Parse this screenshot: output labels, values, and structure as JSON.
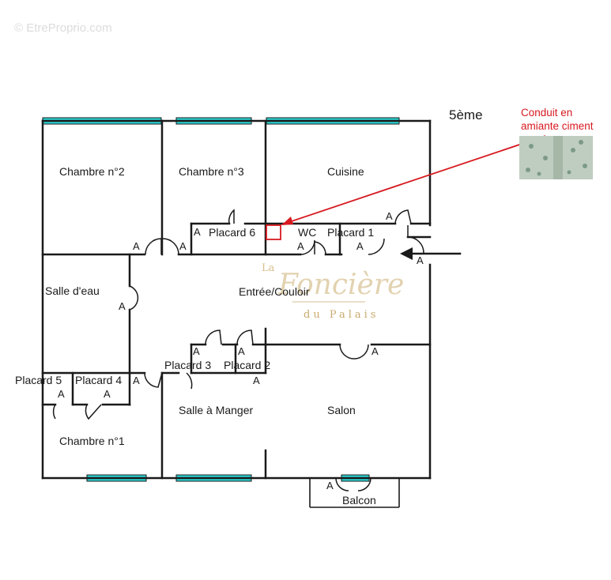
{
  "watermark": {
    "text": "© EtreProprio.com"
  },
  "floor_label": "5ème",
  "note": {
    "line1": "Conduit en",
    "line2": "amiante ciment",
    "color": "#d71920"
  },
  "logo": {
    "la": "La",
    "name": "Foncière",
    "sub": "du Palais"
  },
  "rooms": {
    "chambre2": "Chambre n°2",
    "chambre3": "Chambre n°3",
    "cuisine": "Cuisine",
    "placard6": "Placard 6",
    "wc": "WC",
    "placard1": "Placard 1",
    "salle_eau": "Salle d'eau",
    "entree": "Entrée/Couloir",
    "placard3": "Placard 3",
    "placard2": "Placard 2",
    "placard5": "Placard 5",
    "placard4": "Placard 4",
    "salle_manger": "Salle à Manger",
    "salon": "Salon",
    "chambre1": "Chambre n°1",
    "balcon": "Balcon"
  },
  "marker_letter": "A",
  "colors": {
    "window": "#2ad4d4",
    "wall": "#1a1a1a",
    "highlight": "#d71920"
  }
}
